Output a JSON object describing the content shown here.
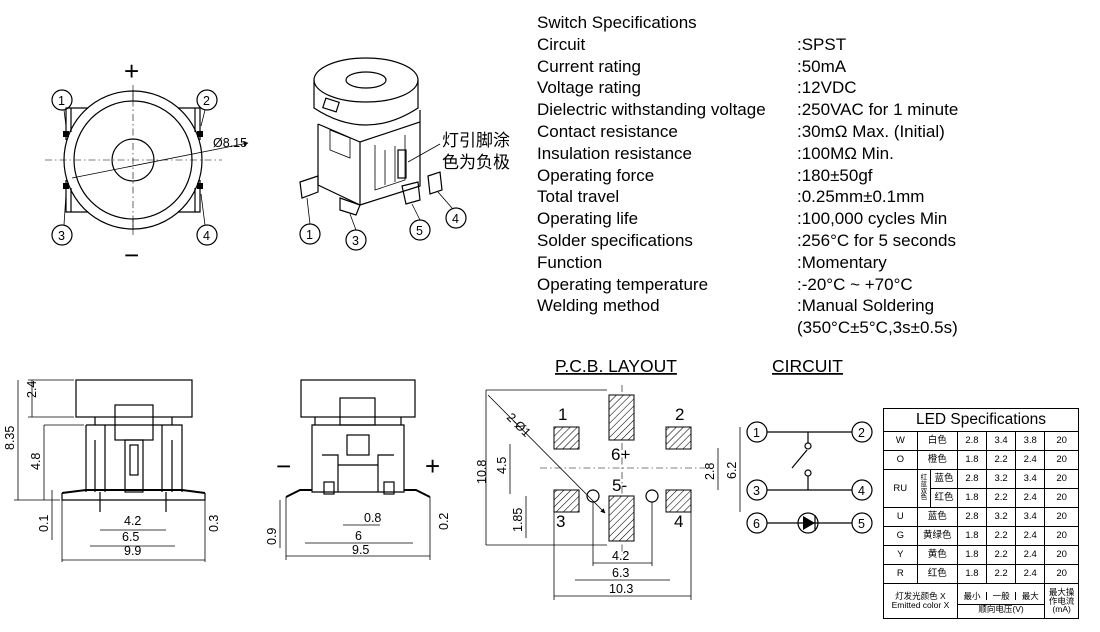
{
  "specifications": {
    "title": "Switch Specifications",
    "rows": [
      {
        "label": "Circuit",
        "value": ":SPST"
      },
      {
        "label": "Current rating",
        "value": ":50mA"
      },
      {
        "label": "Voltage rating",
        "value": ":12VDC"
      },
      {
        "label": "Dielectric withstanding voltage",
        "value": ":250VAC for 1 minute"
      },
      {
        "label": "Contact resistance",
        "value": ":30mΩ  Max. (Initial)"
      },
      {
        "label": "Insulation resistance",
        "value": ":100MΩ  Min."
      },
      {
        "label": "Operating force",
        "value": ":180±50gf"
      },
      {
        "label": "Total travel",
        "value": ":0.25mm±0.1mm"
      },
      {
        "label": "Operating life",
        "value": ":100,000 cycles Min"
      },
      {
        "label": "Solder specifications",
        "value": ":256°C for 5 seconds"
      },
      {
        "label": "Function",
        "value": ":Momentary"
      },
      {
        "label": "Operating temperature",
        "value": ":-20°C ~ +70°C"
      },
      {
        "label": "Welding method",
        "value": ":Manual Soldering"
      },
      {
        "label": "",
        "value": "(350°C±5°C,3s±0.5s)"
      }
    ]
  },
  "top_view": {
    "plus": "+",
    "minus": "−",
    "diameter": "Ø8.15",
    "pins": [
      "1",
      "2",
      "3",
      "4"
    ]
  },
  "iso_view": {
    "note_line1": "灯引脚涂",
    "note_line2": "色为负极",
    "pins": [
      "1",
      "3",
      "5",
      "4"
    ]
  },
  "front_view": {
    "dims": {
      "d24": "2.4",
      "d835": "8.35",
      "d48": "4.8",
      "d01": "0.1",
      "d42": "4.2",
      "d65": "6.5",
      "d03": "0.3",
      "d99": "9.9"
    }
  },
  "side_view": {
    "minus": "−",
    "plus": "+",
    "dims": {
      "d09": "0.9",
      "d08": "0.8",
      "d6": "6",
      "d95": "9.5",
      "d02": "0.2"
    }
  },
  "pcb_layout": {
    "title": "P.C.B. LAYOUT",
    "hole_label": "2-Ø1",
    "pad_labels": {
      "p1": "1",
      "p2": "2",
      "p3": "3",
      "p4": "4",
      "p6": "6+",
      "p5": "5-"
    },
    "dims": {
      "d108": "10.8",
      "d45": "4.5",
      "d185": "1.85",
      "d28": "2.8",
      "d62": "6.2",
      "d42": "4.2",
      "d63": "6.3",
      "d103": "10.3"
    }
  },
  "circuit": {
    "title": "CIRCUIT",
    "nodes": [
      "1",
      "2",
      "3",
      "4",
      "6",
      "5"
    ]
  },
  "led_spec": {
    "title": "LED Specifications",
    "rows": [
      {
        "code": "W",
        "color": "白色",
        "sub": "",
        "min": "2.8",
        "typ": "3.4",
        "max": "3.8",
        "ma": "20"
      },
      {
        "code": "O",
        "color": "橙色",
        "sub": "",
        "min": "1.8",
        "typ": "2.2",
        "max": "2.4",
        "ma": "20"
      },
      {
        "code": "RU",
        "color": "蓝色",
        "sub": "红蓝双色",
        "min": "2.8",
        "typ": "3.2",
        "max": "3.4",
        "ma": "20"
      },
      {
        "code": "",
        "color": "红色",
        "sub": "",
        "min": "1.8",
        "typ": "2.2",
        "max": "2.4",
        "ma": "20"
      },
      {
        "code": "U",
        "color": "蓝色",
        "sub": "",
        "min": "2.8",
        "typ": "3.2",
        "max": "3.4",
        "ma": "20"
      },
      {
        "code": "G",
        "color": "黄绿色",
        "sub": "",
        "min": "1.8",
        "typ": "2.2",
        "max": "2.4",
        "ma": "20"
      },
      {
        "code": "Y",
        "color": "黄色",
        "sub": "",
        "min": "1.8",
        "typ": "2.2",
        "max": "2.4",
        "ma": "20"
      },
      {
        "code": "R",
        "color": "红色",
        "sub": "",
        "min": "1.8",
        "typ": "2.2",
        "max": "2.4",
        "ma": "20"
      }
    ],
    "footer": {
      "color_cn": "灯发光颜色 X",
      "color_en": "Emitted color X",
      "min": "最小",
      "typ": "一般",
      "max": "最大",
      "voltage": "顺向电压(V)",
      "current": "最大操作电流(mA)"
    }
  }
}
